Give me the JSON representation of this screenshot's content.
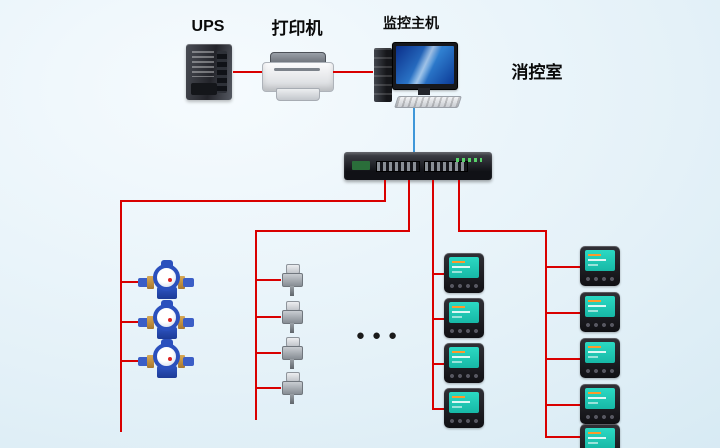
{
  "diagram": {
    "labels": {
      "ups": "UPS",
      "printer": "打印机",
      "host": "监控主机",
      "room": "消控室",
      "ellipsis": "●●●"
    },
    "colors": {
      "bus_line": "#d90000",
      "uplink_line": "#3f97d9",
      "bg_top": "#f6fbfe",
      "bg_bottom": "#d3e8f2",
      "meter_screen": "#17b8a6"
    },
    "device_counts": {
      "water_meters": 3,
      "valve_sensors": 4,
      "meters_inner_column": 4,
      "meters_outer_column": 5
    }
  }
}
